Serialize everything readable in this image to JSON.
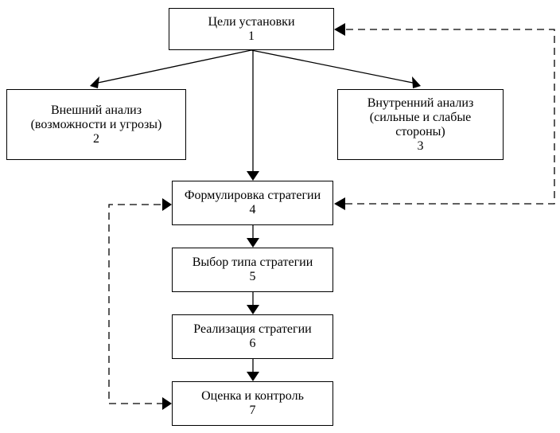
{
  "nodes": [
    {
      "id": "1",
      "lines": [
        "Цели установки",
        "1"
      ]
    },
    {
      "id": "2",
      "lines": [
        "Внешний анализ",
        "(возможности и угрозы)",
        "2"
      ]
    },
    {
      "id": "3",
      "lines": [
        "Внутренний анализ",
        "(сильные и слабые",
        "стороны)",
        "3"
      ]
    },
    {
      "id": "4",
      "lines": [
        "Формулировка стратегии",
        "4"
      ]
    },
    {
      "id": "5",
      "lines": [
        "Выбор типа стратегии",
        "5"
      ]
    },
    {
      "id": "6",
      "lines": [
        "Реализация стратегии",
        "6"
      ]
    },
    {
      "id": "7",
      "lines": [
        "Оценка и контроль",
        "7"
      ]
    }
  ],
  "edges": [
    {
      "from": "1",
      "to": "2",
      "style": "solid"
    },
    {
      "from": "1",
      "to": "3",
      "style": "solid"
    },
    {
      "from": "1",
      "to": "4",
      "style": "solid"
    },
    {
      "from": "4",
      "to": "5",
      "style": "solid"
    },
    {
      "from": "5",
      "to": "6",
      "style": "solid"
    },
    {
      "from": "6",
      "to": "7",
      "style": "solid"
    },
    {
      "from": "4",
      "to": "1",
      "style": "dashed"
    },
    {
      "from": "7",
      "to": "4",
      "style": "dashed"
    }
  ]
}
